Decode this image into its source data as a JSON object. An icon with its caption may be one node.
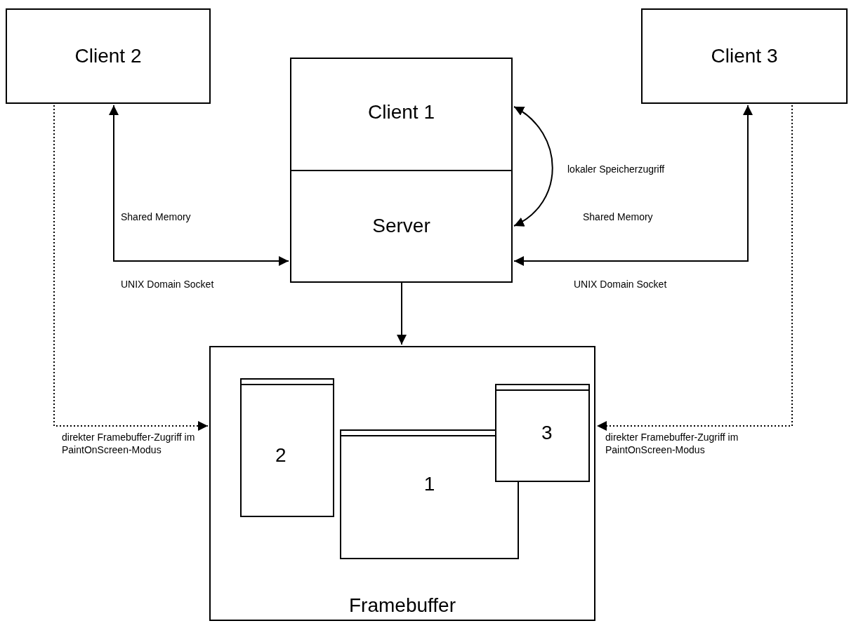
{
  "diagram": {
    "nodes": [
      {
        "text": [
          "Client 2"
        ]
      },
      {
        "text": [
          "Client 1"
        ]
      },
      {
        "text": [
          "Server"
        ]
      },
      {
        "text": [
          "Client 3"
        ]
      },
      {
        "text": [
          "Framebuffer"
        ]
      },
      {
        "text": [
          "2"
        ],
        "in": 4
      },
      {
        "text": [
          "3"
        ],
        "in": 4
      },
      {
        "text": [
          "1"
        ],
        "in": 4
      }
    ],
    "edges": [
      {
        "from": 0,
        "to": 2,
        "arrow": "both",
        "label": "Shared Memory"
      },
      {
        "from": 1,
        "to": 2,
        "arrow": "both",
        "label": "lokaler Speicherzugriff"
      },
      {
        "from": 3,
        "to": 2,
        "arrow": "both",
        "label": "Shared Memory"
      },
      {
        "from": 2,
        "to": 4,
        "arrow": "to"
      },
      {
        "from": 0,
        "to": 4,
        "arrow": "to",
        "style": "dashed",
        "label": "direkter Framebuffer-Zugriff im PaintOnScreen-Modus"
      },
      {
        "from": 3,
        "to": 4,
        "arrow": "to",
        "style": "dashed",
        "label": "direkter Framebuffer-Zugriff im PaintOnScreen-Modus"
      }
    ],
    "labels": [
      "UNIX Domain Socket",
      "UNIX Domain Socket"
    ]
  }
}
